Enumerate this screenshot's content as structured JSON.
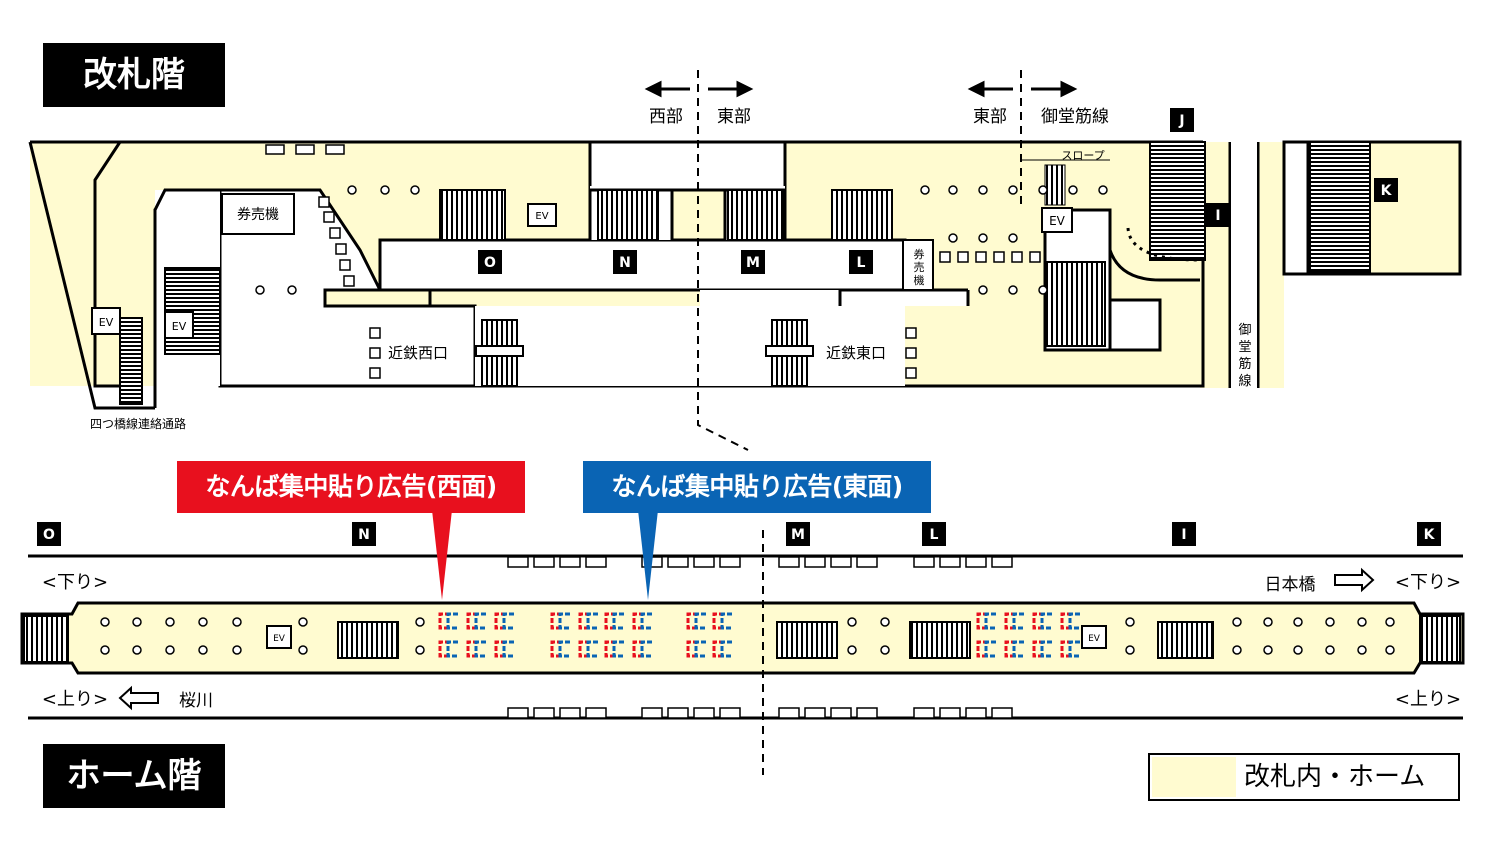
{
  "levels": {
    "concourse_title": "改札階",
    "platform_title": "ホーム階"
  },
  "concourse": {
    "direction_left": {
      "left": "西部",
      "right": "東部"
    },
    "direction_right": {
      "left": "東部",
      "right": "御堂筋線"
    },
    "labels": {
      "ticket_machine": "券売機",
      "ticket_machine_small": "券売機",
      "kintetsu_west": "近鉄西口",
      "kintetsu_east": "近鉄東口",
      "slope": "スロープ",
      "yotsubashi": "四つ橋線連絡通路",
      "midosuji_vertical": "御堂筋線",
      "ev": "EV"
    },
    "exits": [
      "O",
      "N",
      "M",
      "L",
      "J",
      "I",
      "K"
    ]
  },
  "platform": {
    "exits": [
      "O",
      "N",
      "M",
      "L",
      "I",
      "K"
    ],
    "down_top_left": "<下り>",
    "down_top_right": "<下り>",
    "nipponbashi": "日本橋",
    "up_left": "<上り>",
    "sakuragawa": "桜川",
    "up_right": "<上り>",
    "ev": "EV"
  },
  "ads": {
    "west": {
      "label": "なんば集中貼り広告(西面)",
      "color": "#e8101e"
    },
    "east": {
      "label": "なんば集中貼り広告(東面)",
      "color": "#0a64b4"
    }
  },
  "legend": {
    "label": "改札内・ホーム",
    "fill": "#fffbd0"
  },
  "colors": {
    "paid_area": "#fffbd0",
    "line": "#000000"
  }
}
